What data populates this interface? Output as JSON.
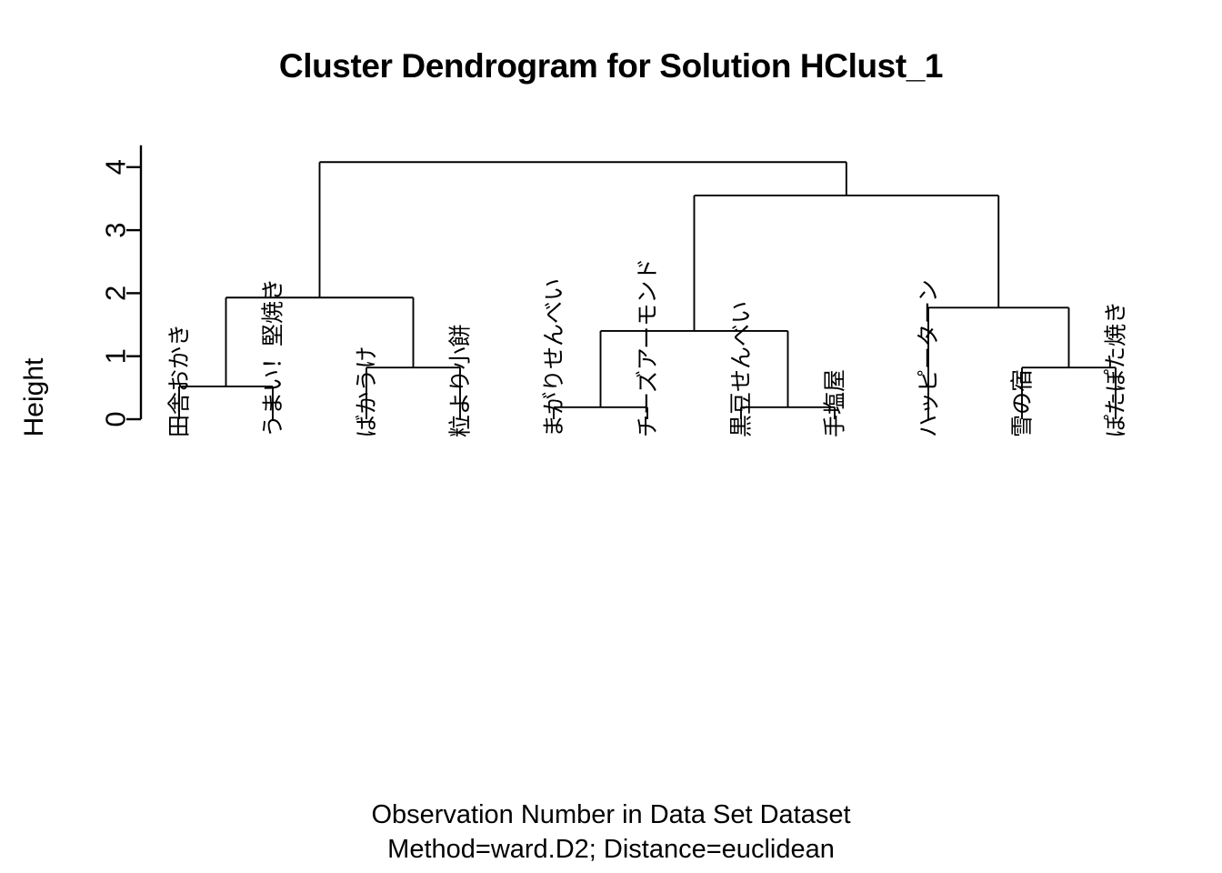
{
  "chart_data": {
    "type": "dendrogram",
    "title": "Cluster Dendrogram for Solution HClust_1",
    "xlabel_line1": "Observation Number in Data Set Dataset",
    "xlabel_line2": "Method=ward.D2; Distance=euclidean",
    "ylabel": "Height",
    "method": "ward.D2",
    "distance": "euclidean",
    "axis": {
      "ticks": [
        0,
        1,
        2,
        3,
        4
      ],
      "tick_labels": [
        "0",
        "1",
        "2",
        "3",
        "4"
      ],
      "ylim": [
        0,
        4.3
      ],
      "grid": false
    },
    "leaves": [
      "田舎おかき",
      "うまい！堅焼き",
      "ばかうけ",
      "粒より小餅",
      "まがりせんべい",
      "チーズアーモンド",
      "黒豆せんべい",
      "手塩屋",
      "ハッピーターン",
      "雪の宿",
      "ぽたぽた焼き"
    ],
    "merges": [
      {
        "id": "m1",
        "left": {
          "type": "leaf",
          "index": 0
        },
        "right": {
          "type": "leaf",
          "index": 1
        },
        "height": 0.52
      },
      {
        "id": "m2",
        "left": {
          "type": "leaf",
          "index": 2
        },
        "right": {
          "type": "leaf",
          "index": 3
        },
        "height": 0.82
      },
      {
        "id": "m3",
        "left": {
          "type": "node",
          "id": "m1"
        },
        "right": {
          "type": "node",
          "id": "m2"
        },
        "height": 1.93
      },
      {
        "id": "m4",
        "left": {
          "type": "leaf",
          "index": 4
        },
        "right": {
          "type": "leaf",
          "index": 5
        },
        "height": 0.19
      },
      {
        "id": "m5",
        "left": {
          "type": "leaf",
          "index": 6
        },
        "right": {
          "type": "leaf",
          "index": 7
        },
        "height": 0.19
      },
      {
        "id": "m6",
        "left": {
          "type": "node",
          "id": "m4"
        },
        "right": {
          "type": "node",
          "id": "m5"
        },
        "height": 1.4
      },
      {
        "id": "m7",
        "left": {
          "type": "leaf",
          "index": 9
        },
        "right": {
          "type": "leaf",
          "index": 10
        },
        "height": 0.82
      },
      {
        "id": "m8",
        "left": {
          "type": "leaf",
          "index": 8
        },
        "right": {
          "type": "node",
          "id": "m7"
        },
        "height": 1.77
      },
      {
        "id": "m9",
        "left": {
          "type": "node",
          "id": "m6"
        },
        "right": {
          "type": "node",
          "id": "m8"
        },
        "height": 3.55
      },
      {
        "id": "m10",
        "left": {
          "type": "node",
          "id": "m3"
        },
        "right": {
          "type": "node",
          "id": "m9"
        },
        "height": 4.08
      }
    ],
    "root": "m10"
  },
  "colors": {
    "background": "#ffffff",
    "foreground": "#000000",
    "line": "#000000"
  }
}
